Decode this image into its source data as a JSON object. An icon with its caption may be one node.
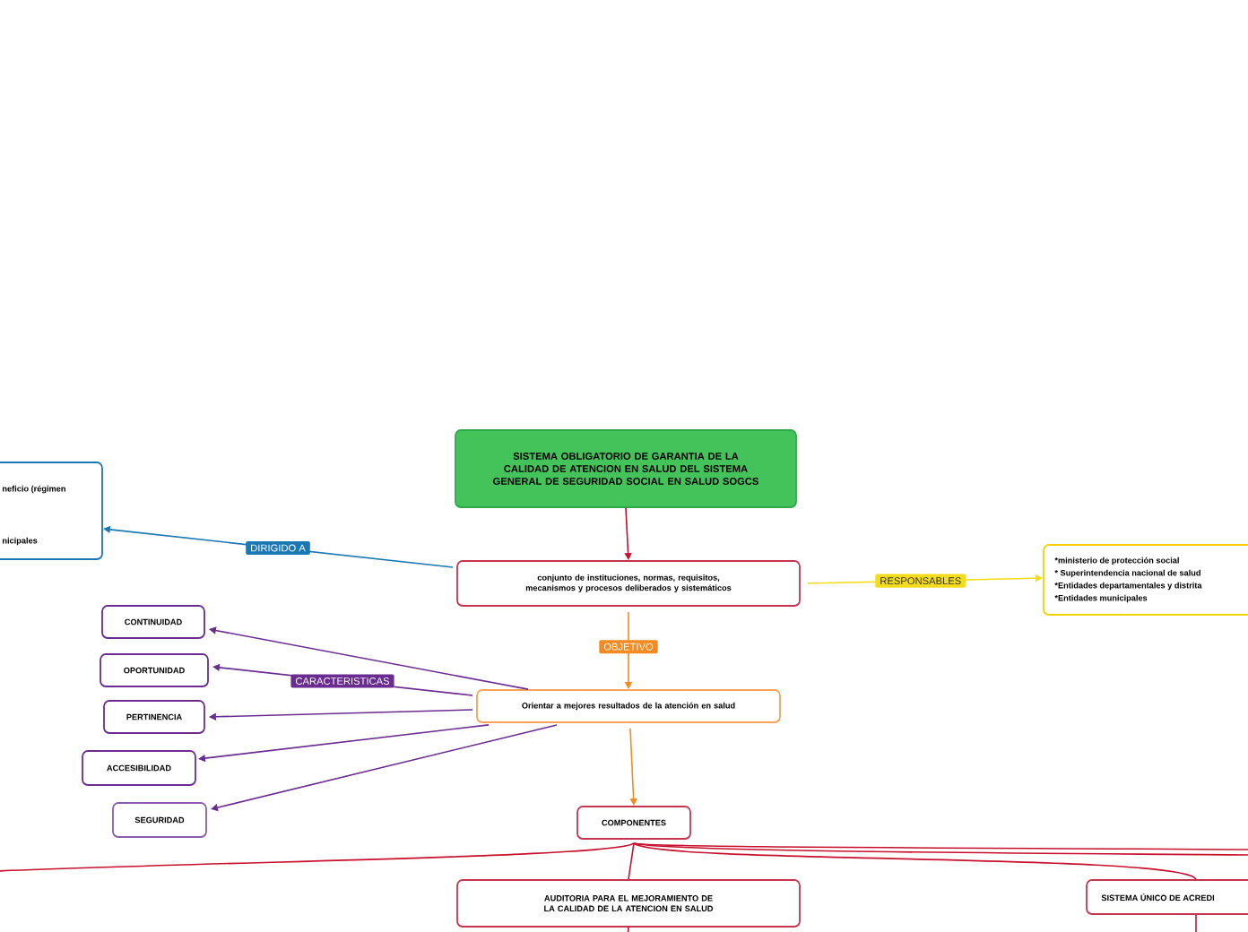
{
  "diagram": {
    "nodes": [
      {
        "text": [
          "SISTEMA OBLIGATORIO DE GARANTIA DE LA CALIDAD DE ATENCION EN SALUD DEL SISTEMA GENERAL DE SEGURIDAD SOCIAL EN SALUD SOGCS"
        ]
      },
      {
        "text": [
          "conjunto de instituciones, normas, requisitos, mecanismos y procesos deliberados y sistemáticos"
        ]
      },
      {
        "text": [
          "neficio (régimen",
          "nicipales"
        ]
      },
      {
        "text": [
          "*ministerio de protección social",
          "* Superintendencia nacional de salud",
          "*Entidades departamentales y distrita",
          "*Entidades municipales"
        ]
      },
      {
        "text": [
          "Orientar a mejores resultados de la atención en salud"
        ]
      },
      {
        "text": [
          "CONTINUIDAD"
        ]
      },
      {
        "text": [
          "OPORTUNIDAD"
        ]
      },
      {
        "text": [
          "PERTINENCIA"
        ]
      },
      {
        "text": [
          "ACCESIBILIDAD"
        ]
      },
      {
        "text": [
          "SEGURIDAD"
        ]
      },
      {
        "text": [
          "COMPONENTES"
        ]
      },
      {
        "text": [
          "AUDITORIA PARA EL MEJORAMIENTO DE LA CALIDAD DE LA ATENCION EN SALUD"
        ]
      },
      {
        "text": [
          "SISTEMA ÚNICO DE ACREDI"
        ]
      }
    ],
    "edges": [
      {
        "from": 0,
        "to": 1,
        "arrow": "to",
        "color": "#c8102e"
      },
      {
        "from": 1,
        "to": 2,
        "arrow": "to",
        "label": "DIRIGIDO A",
        "color": "#1a78b4"
      },
      {
        "from": 1,
        "to": 3,
        "arrow": "to",
        "label": "RESPONSABLES",
        "color": "#f5dc1a"
      },
      {
        "from": 1,
        "to": 4,
        "arrow": "to",
        "label": "OBJETIVO",
        "color": "#f38b22"
      },
      {
        "from": 4,
        "to": 5,
        "arrow": "to",
        "color": "#6a2c91"
      },
      {
        "from": 4,
        "to": 6,
        "arrow": "to",
        "label": "CARACTERISTICAS",
        "color": "#6a2c91"
      },
      {
        "from": 4,
        "to": 7,
        "arrow": "to",
        "color": "#6a2c91"
      },
      {
        "from": 4,
        "to": 8,
        "arrow": "to",
        "color": "#6a2c91"
      },
      {
        "from": 4,
        "to": 9,
        "arrow": "to",
        "color": "#6a2c91"
      },
      {
        "from": 4,
        "to": 10,
        "arrow": "to",
        "color": "#f38b22"
      },
      {
        "from": 10,
        "to": null,
        "arrow": "none",
        "color": "#c8102e"
      },
      {
        "from": 10,
        "to": 11,
        "arrow": "none",
        "color": "#c8102e"
      },
      {
        "from": 10,
        "to": 12,
        "arrow": "none",
        "color": "#c8102e"
      },
      {
        "from": 10,
        "to": null,
        "arrow": "none",
        "color": "#c8102e"
      },
      {
        "from": 10,
        "to": null,
        "arrow": "none",
        "color": "#c8102e"
      },
      {
        "from": 11,
        "to": null,
        "arrow": "none",
        "color": "#c8102e"
      },
      {
        "from": 12,
        "to": null,
        "arrow": "none",
        "color": "#c8102e"
      }
    ]
  }
}
